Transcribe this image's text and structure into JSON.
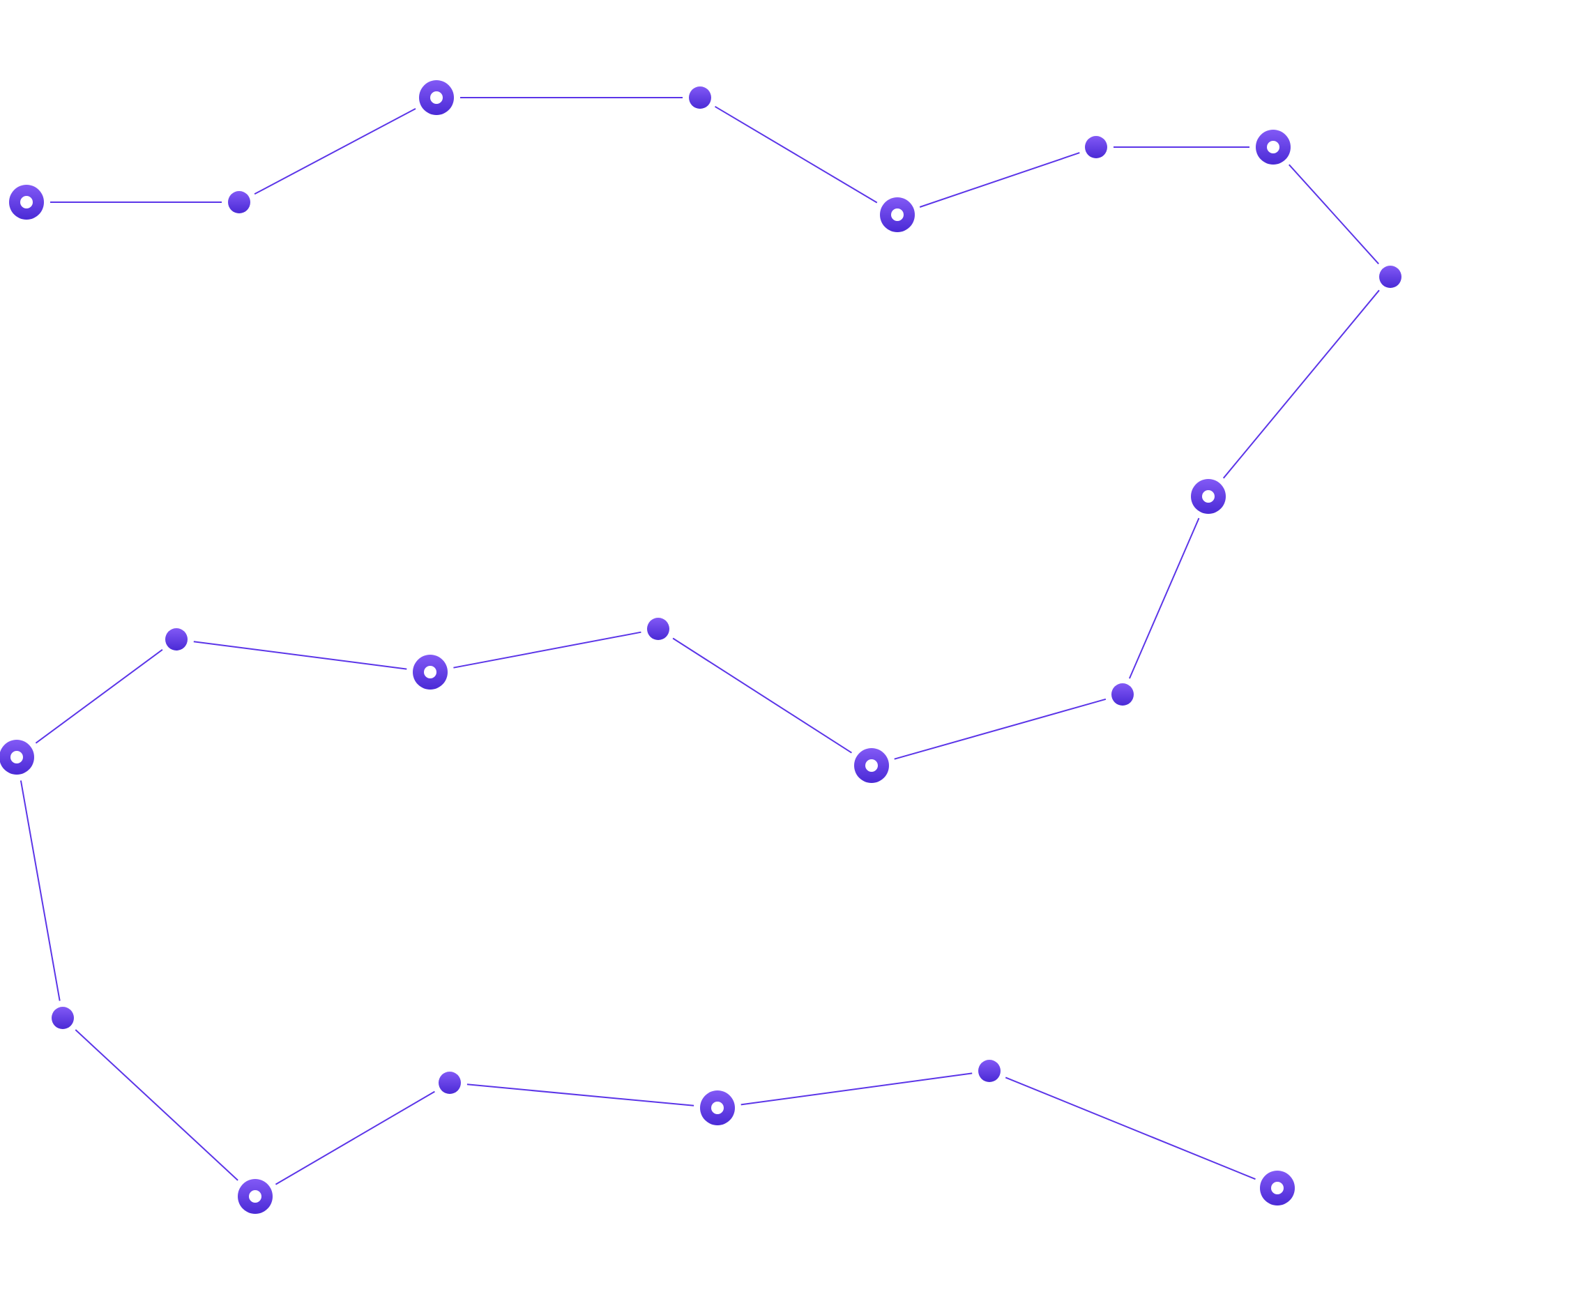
{
  "colors": {
    "background": "#ffffff",
    "line": "#5b35e8",
    "node_light": "#8259f5",
    "node_dark": "#4a2ad6",
    "ring_hole": "#ffffff"
  },
  "path": {
    "node_order": [
      "ring",
      "dot",
      "ring",
      "dot",
      "ring",
      "dot",
      "ring",
      "dot",
      "ring",
      "dot",
      "ring",
      "dot",
      "ring",
      "dot",
      "ring",
      "dot",
      "ring",
      "dot",
      "ring",
      "dot",
      "ring"
    ]
  }
}
